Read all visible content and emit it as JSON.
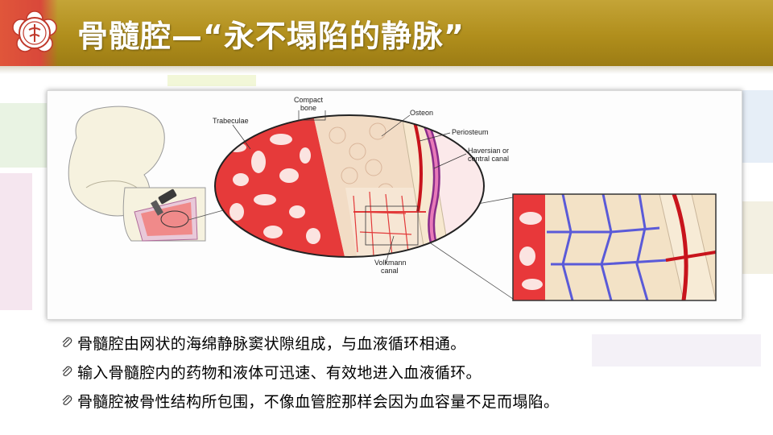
{
  "title": "骨髓腔—“永不塌陷的静脉”",
  "colors": {
    "banner": "#b08e1c",
    "accent_red": "#d9483a",
    "blood": "#d7141c"
  },
  "figure": {
    "labels": {
      "compact_bone": [
        "Compact",
        "bone"
      ],
      "trabeculae": "Trabeculae",
      "osteon": "Osteon",
      "periosteum": "Periosteum",
      "haversian": [
        "Haversian or",
        "central canal"
      ],
      "volkmann": [
        "Volkmann",
        "canal"
      ]
    }
  },
  "bullets": [
    {
      "icon": "paperclip-icon",
      "text": "骨髓腔由网状的海绵静脉窦状隙组成，与血液循环相通。"
    },
    {
      "icon": "paperclip-icon",
      "text": "输入骨髓腔内的药物和液体可迅速、有效地进入血液循环。"
    },
    {
      "icon": "paperclip-icon",
      "text": "骨髓腔被骨性结构所包围，不像血管腔那样会因为血容量不足而塌陷。"
    }
  ]
}
